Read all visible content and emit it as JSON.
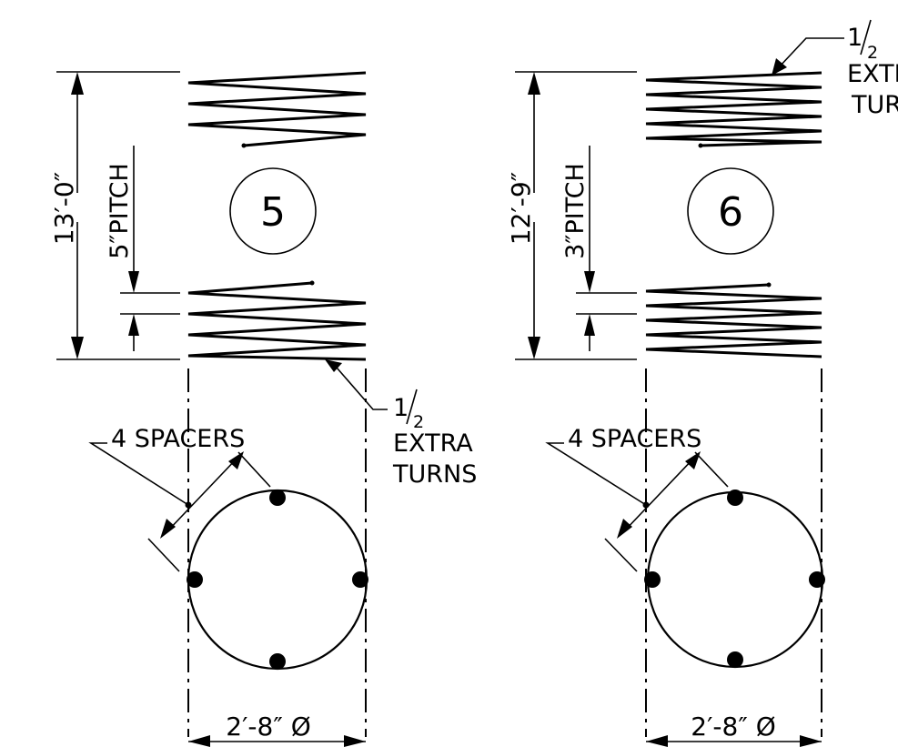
{
  "panels": [
    {
      "id": "spiral-5",
      "number": "5",
      "height_dim": "13′-0″",
      "pitch_label": "5″PITCH",
      "extra_turns_num": "1",
      "extra_turns_den": "2",
      "extra_turns_line1": "EXTRA",
      "extra_turns_line2": "TURNS",
      "spacers_label": "4 SPACERS",
      "diameter_dim": "2′-8″ Ø"
    },
    {
      "id": "spiral-6",
      "number": "6",
      "height_dim": "12′-9″",
      "pitch_label": "3″PITCH",
      "extra_turns_num": "1",
      "extra_turns_den": "2",
      "extra_turns_line1": "EXTRA",
      "extra_turns_line2": "TURNS",
      "spacers_label": "4 SPACERS",
      "diameter_dim": "2′-8″ Ø"
    }
  ],
  "colors": {
    "ink": "#000000",
    "paper": "#ffffff"
  }
}
